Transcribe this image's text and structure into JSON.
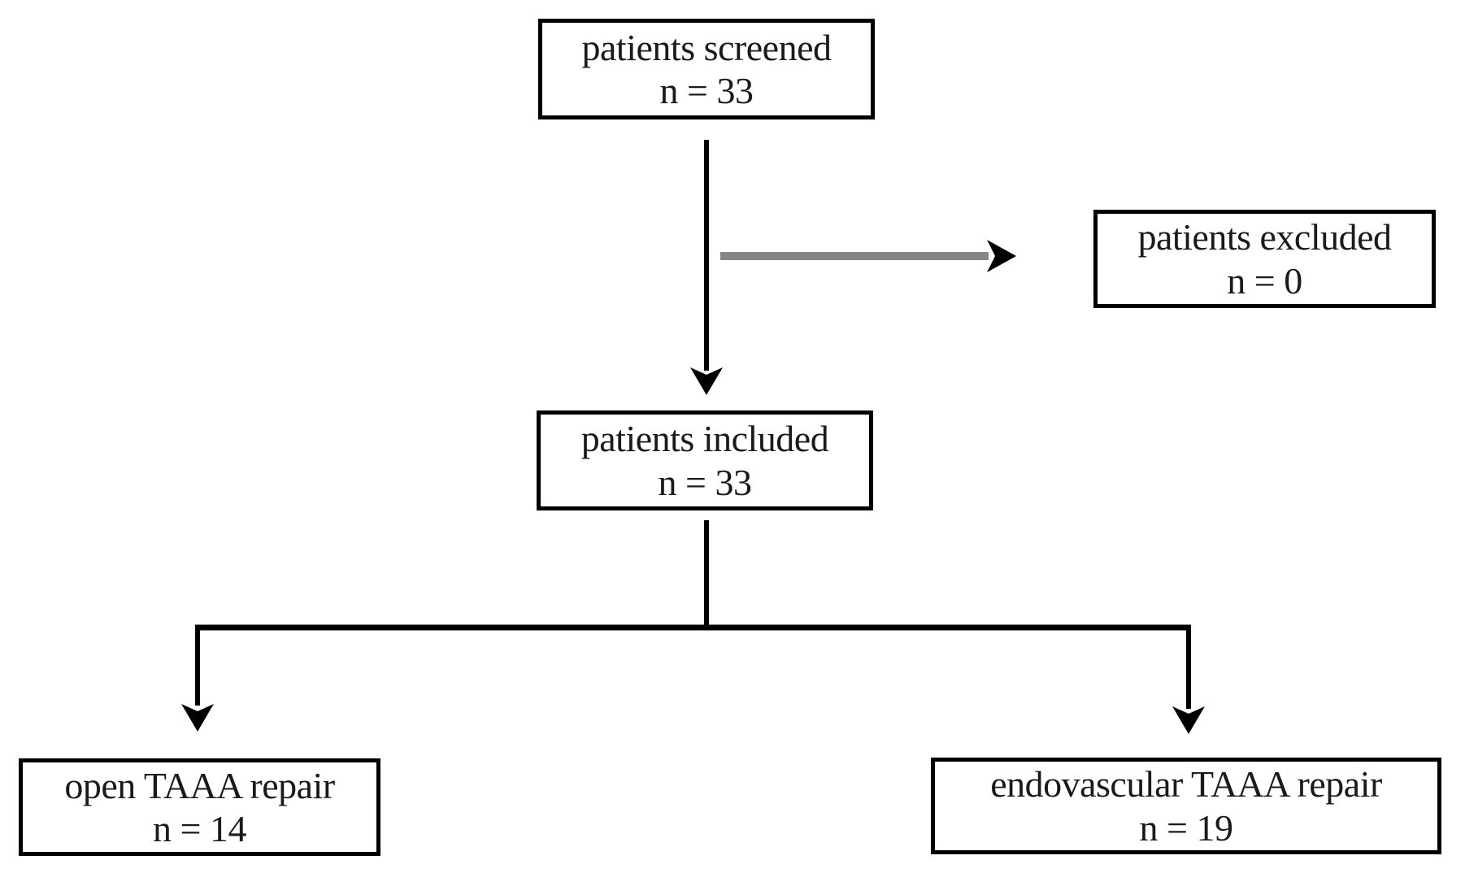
{
  "figure": {
    "type": "flowchart",
    "title": "patient flow diagram",
    "background_color": "#ffffff",
    "nodes": [
      {
        "id": "screened",
        "label": "patients screened",
        "count": "n = 33"
      },
      {
        "id": "excluded",
        "label": "patients excluded",
        "count": "n = 0"
      },
      {
        "id": "included",
        "label": "patients included",
        "count": "n = 33"
      },
      {
        "id": "open_repair",
        "label": "open TAAA repair",
        "count": "n = 14"
      },
      {
        "id": "endo_repair",
        "label": "endovascular TAAA repair",
        "count": "n = 19"
      }
    ],
    "edges": [
      {
        "from": "screened",
        "to": "included",
        "style": "black-down-arrow"
      },
      {
        "from": "screened",
        "to": "excluded",
        "style": "gray-right-arrow"
      },
      {
        "from": "included",
        "to": "open_repair",
        "style": "black-branch-arrow"
      },
      {
        "from": "included",
        "to": "endo_repair",
        "style": "black-branch-arrow"
      }
    ],
    "colors": {
      "box_border": "#000000",
      "text": "#1a1a1a",
      "arrow_black": "#000000",
      "arrow_gray_shaft": "#858585",
      "background": "#ffffff"
    }
  }
}
